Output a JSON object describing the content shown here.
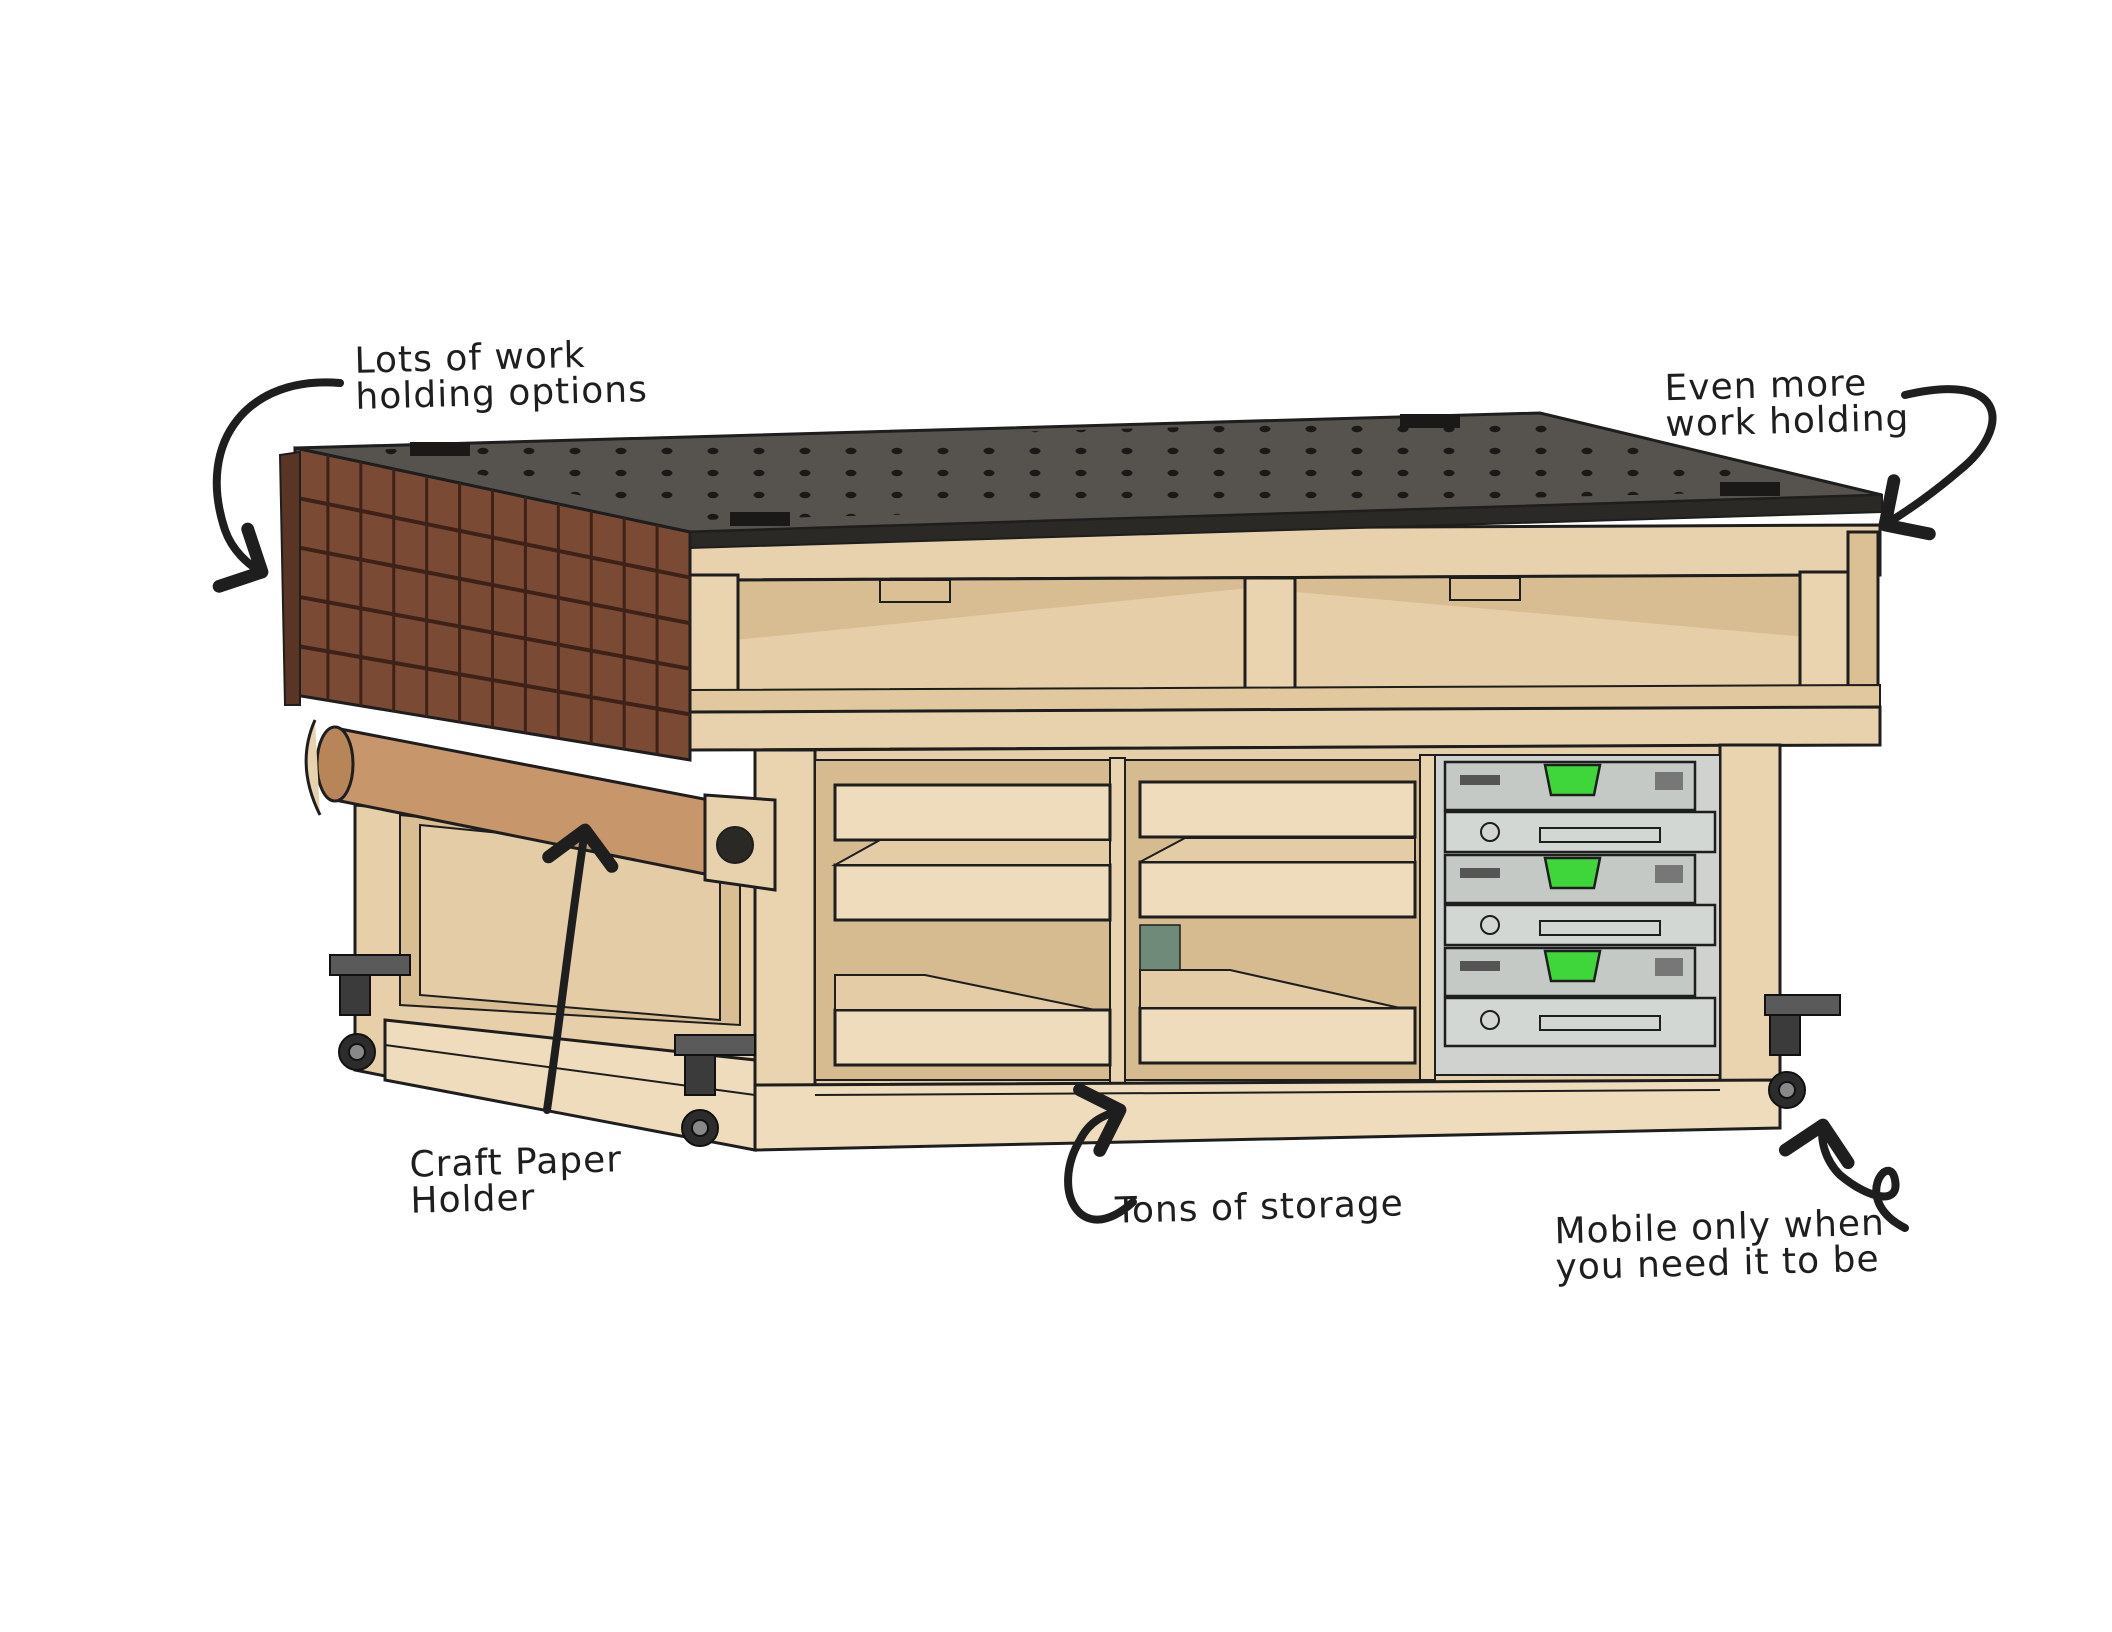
{
  "annotations": {
    "work_holding": {
      "line1": "Lots of work",
      "line2": "holding options"
    },
    "more_work_holding": {
      "line1": "Even more",
      "line2": "work holding"
    },
    "paper_holder": {
      "line1": "Craft Paper",
      "line2": "Holder"
    },
    "storage": {
      "line1": "Tons of storage"
    },
    "mobile": {
      "line1": "Mobile only when",
      "line2": "you need it to be"
    }
  },
  "colors": {
    "background": "#ffffff",
    "ink": "#1e1e1e",
    "plywood": "#e2c9a3",
    "plywood_dark": "#c9aa80",
    "plywood_light": "#efdcbc",
    "top_surface": "#56524d",
    "top_edge": "#2b2926",
    "walnut": "#7a4a35",
    "walnut_dark": "#3e2218",
    "craft_paper": "#c7966a",
    "systainer_gray": "#c7ccc8",
    "systainer_green": "#3ed63a",
    "caster_metal": "#2c2c2c"
  },
  "icons": [
    "arrow-icon",
    "caster-icon",
    "systainer-latch-icon"
  ]
}
